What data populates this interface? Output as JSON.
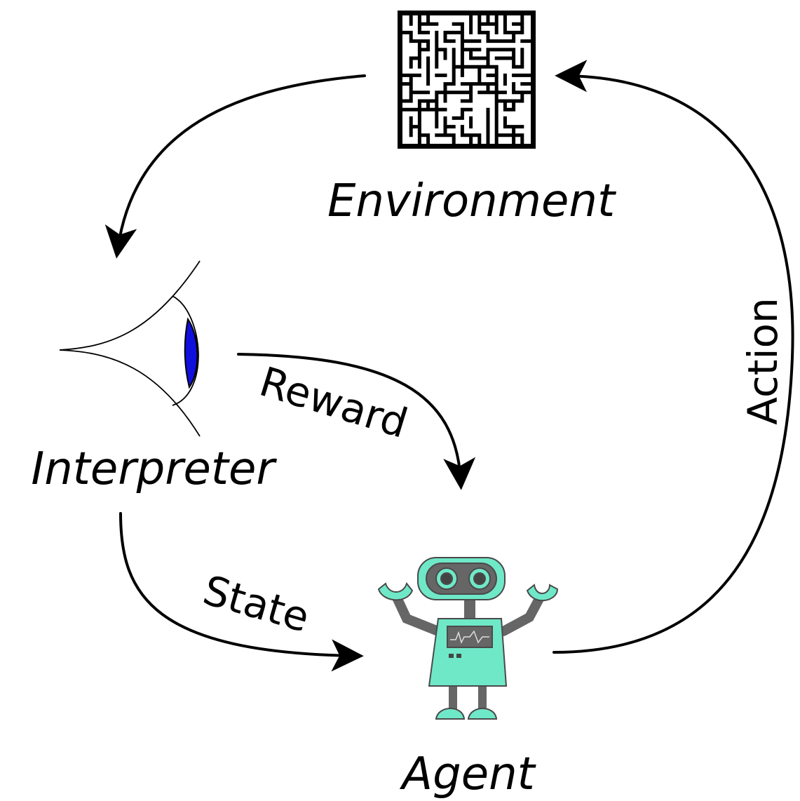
{
  "labels": {
    "environment": "Environment",
    "interpreter": "Interpreter",
    "agent": "Agent",
    "reward": "Reward",
    "state": "State",
    "action": "Action"
  },
  "nodes": [
    {
      "id": "environment",
      "icon": "maze-icon"
    },
    {
      "id": "interpreter",
      "icon": "eye-icon"
    },
    {
      "id": "agent",
      "icon": "robot-icon"
    }
  ],
  "edges": [
    {
      "from": "environment",
      "to": "interpreter",
      "label": ""
    },
    {
      "from": "interpreter",
      "to": "agent",
      "label": "reward"
    },
    {
      "from": "interpreter",
      "to": "agent",
      "label": "state"
    },
    {
      "from": "agent",
      "to": "environment",
      "label": "action"
    }
  ],
  "colors": {
    "robot_body": "#6fe8c8",
    "robot_dark": "#666666",
    "robot_outline": "#4a4a4a",
    "iris": "#1010dd",
    "ink": "#000000"
  }
}
